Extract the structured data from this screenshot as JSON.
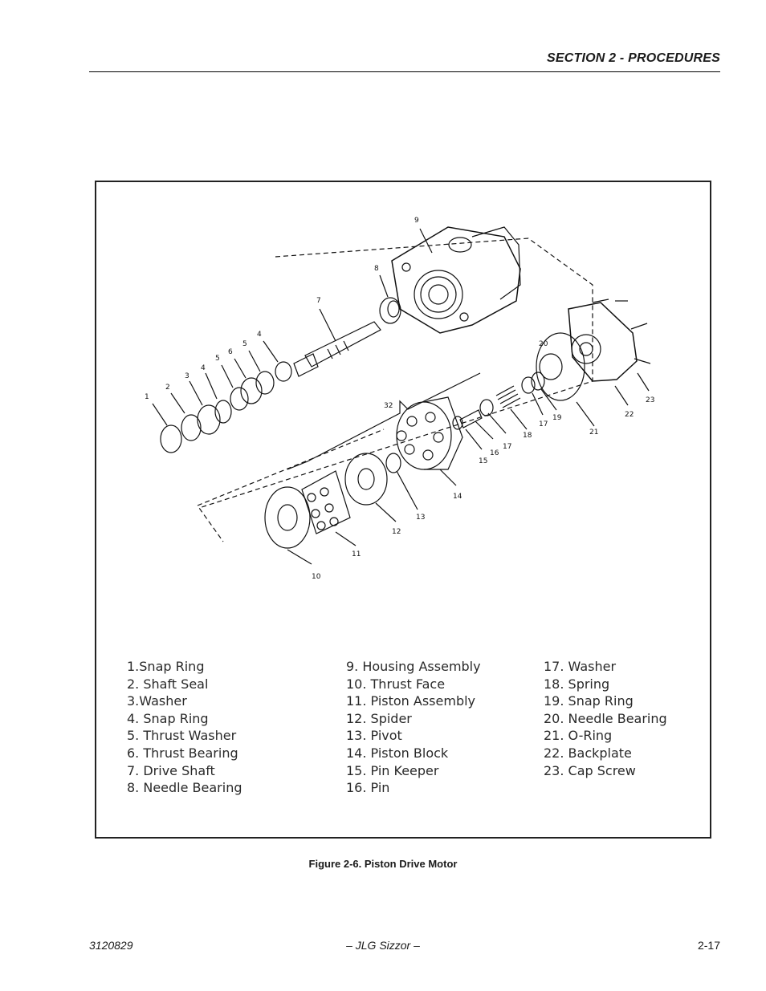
{
  "header": {
    "section_title": "SECTION 2 - PROCEDURES"
  },
  "figure": {
    "caption": "Figure 2-6.  Piston Drive Motor",
    "callouts": [
      "1",
      "2",
      "3",
      "4",
      "5",
      "6",
      "5",
      "4",
      "7",
      "8",
      "9",
      "32",
      "10",
      "11",
      "12",
      "13",
      "14",
      "15",
      "16",
      "17",
      "18",
      "17",
      "19",
      "20",
      "21",
      "22",
      "23"
    ],
    "legend_columns": [
      [
        "1.Snap Ring",
        "2. Shaft Seal",
        "3.Washer",
        "4. Snap Ring",
        "5. Thrust Washer",
        "6. Thrust Bearing",
        "7. Drive Shaft",
        "8. Needle Bearing"
      ],
      [
        "9. Housing Assembly",
        "10. Thrust Face",
        "11. Piston Assembly",
        "12. Spider",
        "13. Pivot",
        "14. Piston Block",
        "15. Pin Keeper",
        "16. Pin"
      ],
      [
        "17. Washer",
        "18. Spring",
        "19. Snap Ring",
        "20. Needle Bearing",
        "21. O-Ring",
        "22. Backplate",
        "23. Cap Screw"
      ]
    ]
  },
  "footer": {
    "doc_number": "3120829",
    "title": "– JLG Sizzor –",
    "page": "2-17"
  }
}
